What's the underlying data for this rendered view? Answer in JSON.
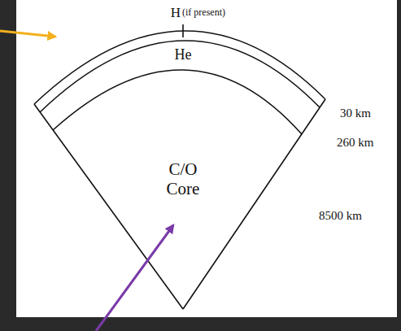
{
  "diagram": {
    "labels": [
      "H",
      "(if present)",
      "He",
      "30 km",
      "260 km",
      "C/O Core",
      "8500 km"
    ]
  }
}
